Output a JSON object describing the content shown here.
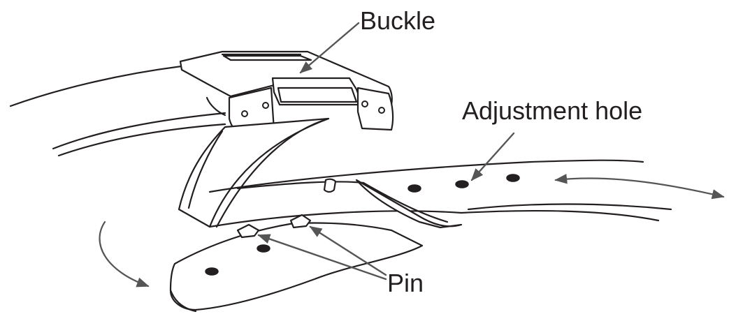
{
  "labels": {
    "buckle": "Buckle",
    "adjustment_hole": "Adjustment hole",
    "pin": "Pin"
  },
  "colors": {
    "ink": "#231f20",
    "arrow": "#555555",
    "background": "#ffffff"
  }
}
